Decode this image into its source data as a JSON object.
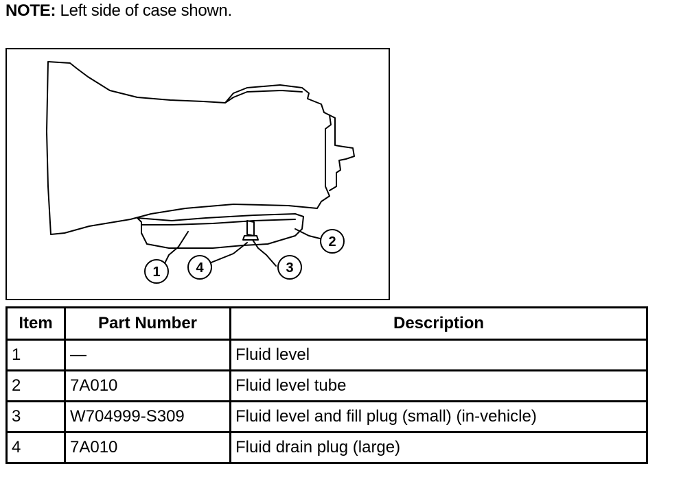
{
  "note": {
    "label": "NOTE:",
    "text": "Left side of case shown."
  },
  "figure": {
    "callouts": [
      "1",
      "2",
      "3",
      "4"
    ]
  },
  "table": {
    "headers": {
      "item": "Item",
      "part_number": "Part Number",
      "description": "Description"
    },
    "rows": [
      {
        "item": "1",
        "part_number": "—",
        "description": "Fluid level"
      },
      {
        "item": "2",
        "part_number": "7A010",
        "description": "Fluid level tube"
      },
      {
        "item": "3",
        "part_number": "W704999-S309",
        "description": "Fluid level and fill plug (small) (in-vehicle)"
      },
      {
        "item": "4",
        "part_number": "7A010",
        "description": "Fluid drain plug (large)"
      }
    ]
  }
}
